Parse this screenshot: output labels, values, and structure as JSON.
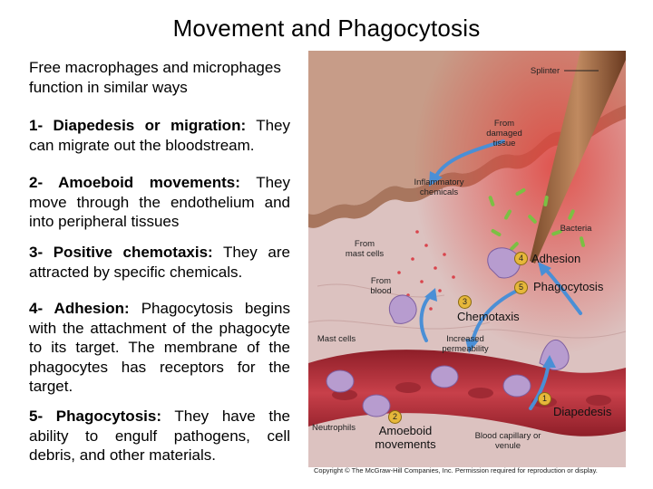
{
  "title": "Movement and Phagocytosis",
  "intro": "Free macrophages and microphages function in similar ways",
  "items": [
    {
      "heading": "1- Diapedesis or migration:",
      "text": " They can migrate out the bloodstream."
    },
    {
      "heading": "2- Amoeboid movements:",
      "text": " They move through the endothelium and into peripheral tissues"
    },
    {
      "heading": "3- Positive chemotaxis:",
      "text": " They are attracted by specific chemicals."
    },
    {
      "heading": "4- Adhesion:",
      "text": " Phagocytosis begins with the attachment of the phagocyte to its target. The membrane of the phagocytes has receptors for the target."
    },
    {
      "heading": "5- Phagocytosis:",
      "text": " They have the ability to engulf pathogens, cell debris, and other materials."
    }
  ],
  "figure": {
    "splinter": "Splinter",
    "from_damaged_tissue": "From damaged tissue",
    "inflammatory_chemicals": "Inflammatory chemicals",
    "bacteria": "Bacteria",
    "from_mast_cells": "From mast cells",
    "from_blood": "From blood",
    "mast_cells": "Mast cells",
    "increased_permeability": "Increased permeability",
    "neutrophils": "Neutrophils",
    "blood_capillary": "Blood capillary or venule",
    "step_adhesion": "Adhesion",
    "step_phagocytosis": "Phagocytosis",
    "step_chemotaxis": "Chemotaxis",
    "step_diapedesis": "Diapedesis",
    "step_amoeboid": "Amoeboid movements",
    "n1": "1",
    "n2": "2",
    "n3": "3",
    "n4": "4",
    "n5": "5"
  },
  "copyright": "Copyright © The McGraw-Hill Companies, Inc. Permission required for reproduction or display.",
  "colors": {
    "tissue": "#d9b9b8",
    "skin": "#c9a08a",
    "vessel": "#b8323a",
    "cell": "#b79ccf",
    "arrow": "#4a8fd6",
    "badge": "#e6b73a"
  }
}
